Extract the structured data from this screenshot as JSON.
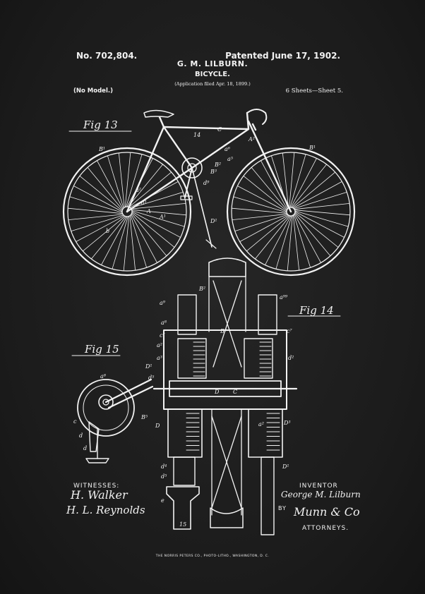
{
  "header": {
    "patent_number": "No. 702,804.",
    "inventor": "G. M. LILBURN.",
    "patent_date": "Patented June 17, 1902.",
    "title": "BICYCLE.",
    "application": "(Application filed Apr. 18, 1899.)",
    "model": "(No Model.)",
    "sheets": "6 Sheets—Sheet 5."
  },
  "figures": {
    "fig13": "Fig 13",
    "fig14": "Fig 14",
    "fig15": "Fig 15"
  },
  "footer": {
    "witnesses_label": "WITNESSES:",
    "witness_1": "H. Walker",
    "witness_2": "H. L. Reynolds",
    "inventor_label": "INVENTOR",
    "inventor_signature": "George M. Lilburn",
    "by_label": "BY",
    "attorney_signature": "Munn & Co",
    "attorneys_label": "ATTORNEYS.",
    "printer": "THE NORRIS PETERS CO., PHOTO-LITHO., WASHINGTON, D. C."
  },
  "colors": {
    "paper": "#1c1c1c",
    "ink": "#f2f2f2"
  }
}
